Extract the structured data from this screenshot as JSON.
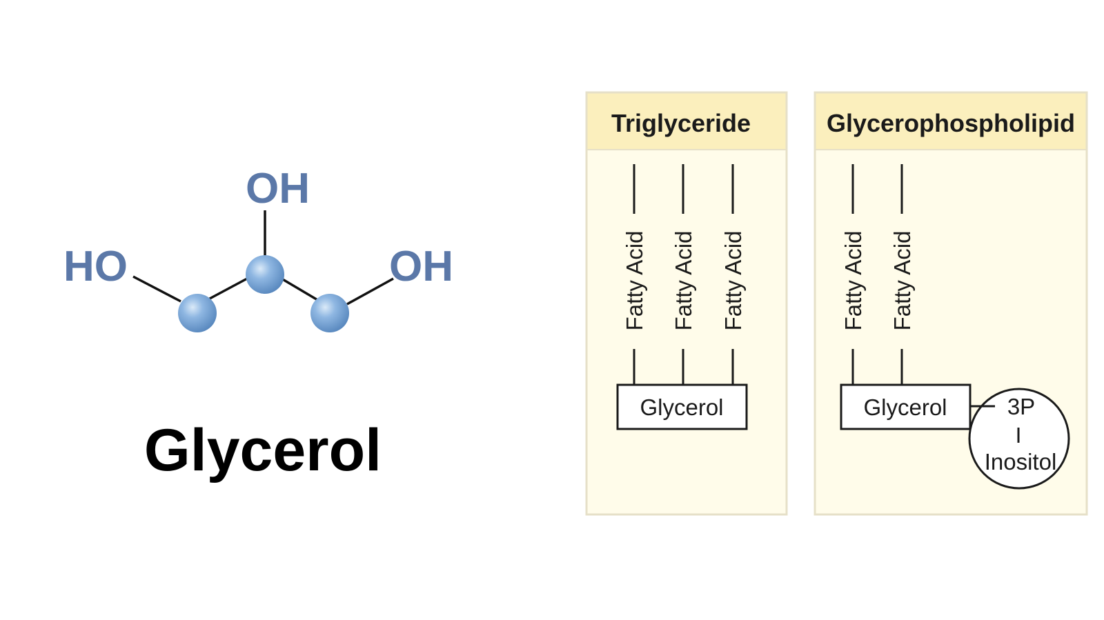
{
  "molecule": {
    "name": "Glycerol",
    "groups": {
      "left": "HO",
      "top": "OH",
      "right": "OH"
    }
  },
  "panels": {
    "triglyceride": {
      "title": "Triglyceride",
      "chains": [
        "Fatty Acid",
        "Fatty Acid",
        "Fatty Acid"
      ],
      "backbone": "Glycerol"
    },
    "glycerophospholipid": {
      "title": "Glycerophospholipid",
      "chains": [
        "Fatty Acid",
        "Fatty Acid"
      ],
      "backbone": "Glycerol",
      "phosphate": "3P",
      "head": "Inositol"
    }
  },
  "colors": {
    "atom_fill": "#6f9fd3",
    "group_text": "#5b78a8",
    "panel_bg": "#fffcea",
    "panel_header": "#fbefbd",
    "panel_border": "#e6e0c8"
  }
}
